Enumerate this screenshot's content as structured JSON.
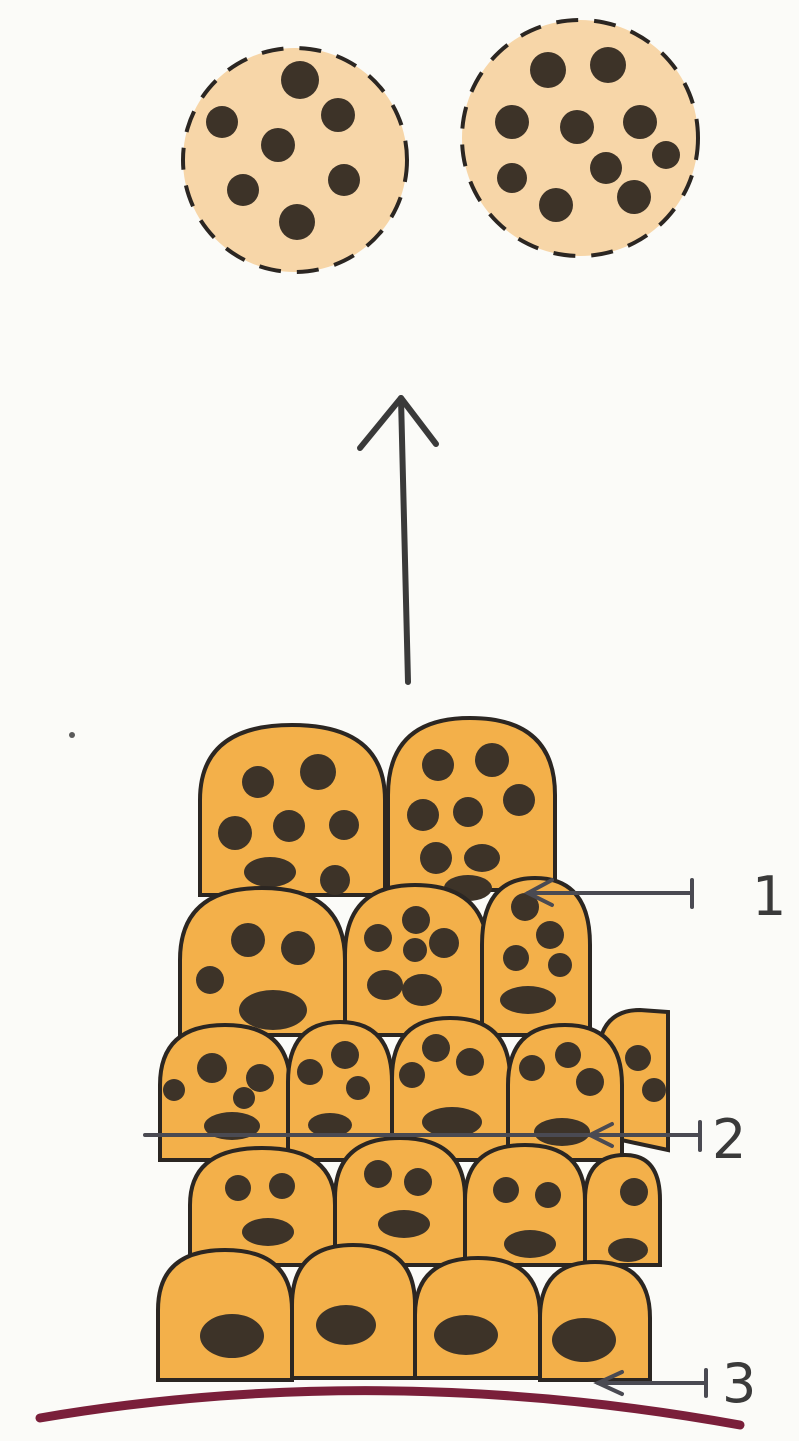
{
  "labels": [
    {
      "id": "label-1",
      "text": "1"
    },
    {
      "id": "label-2",
      "text": "2"
    },
    {
      "id": "label-3",
      "text": "3"
    }
  ],
  "colors": {
    "shed_cell_fill": "#f7d6a8",
    "tissue_cell_fill": "#f3b04a",
    "nucleus": "#3d3328",
    "outline": "#2b2622",
    "arrow": "#3a3a3a",
    "basement_membrane": "#7a1f3a",
    "leader_line": "#4a4a52",
    "label_text": "#3a3a3a"
  },
  "icons": {
    "cell": "cell-icon",
    "nucleus": "nucleus-icon",
    "arrow": "arrow-up-icon"
  }
}
